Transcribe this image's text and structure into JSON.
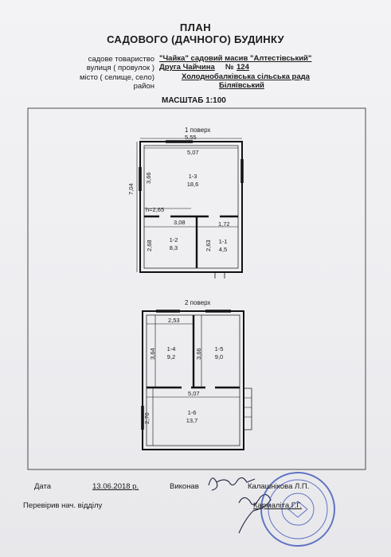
{
  "header": {
    "title_line1": "ПЛАН",
    "title_line2": "САДОВОГО (ДАЧНОГО) БУДИНКУ"
  },
  "fields": {
    "society_label": "садове товариство",
    "society_value": "\"Чайка\" садовий масив \"Алтестівський\"",
    "street_label": "вулиця ( провулок )",
    "street_value": "Друга Чайчина",
    "house_no_label": "№",
    "house_no_value": "124",
    "place_label": "місто ( селище, село)",
    "place_value": "Холоднобалківська сільська рада",
    "district_label": "район",
    "district_value": "Біляївський"
  },
  "scale": "МАСШТАБ  1:100",
  "floor1": {
    "title": "1 поверх",
    "dim_top_outer": "5,55",
    "dim_top_inner": "5,07",
    "dim_left_outer": "7,04",
    "dim_room13_height": "3,66",
    "room13_id": "1-3",
    "room13_area": "18,6",
    "height_label": "h=2,65",
    "dim_308": "3,08",
    "dim_172": "1,72",
    "dim_268": "2,68",
    "dim_263": "2,63",
    "room12_id": "1-2",
    "room12_area": "8,3",
    "room11_id": "1-1",
    "room11_area": "4,5"
  },
  "floor2": {
    "title": "2 поверх",
    "dim_253": "2,53",
    "dim_364": "3,64",
    "dim_366": "3,66",
    "room14_id": "1-4",
    "room14_area": "9,2",
    "room15_id": "1-5",
    "room15_area": "9,0",
    "dim_507": "5,07",
    "dim_270": "2,70",
    "room16_id": "1-6",
    "room16_area": "13,7"
  },
  "footer": {
    "date_label": "Дата",
    "date_value": "13.06.2018 р.",
    "performer_label": "Виконав",
    "performer_name": "Калашнікова Л.П.",
    "checked_label": "Перевірив нач. відділу",
    "checker_name": "Кармаліта Г.Г."
  },
  "colors": {
    "ink": "#1a1a1a",
    "stamp": "#3f56b8",
    "signature": "#2a2f4a"
  }
}
